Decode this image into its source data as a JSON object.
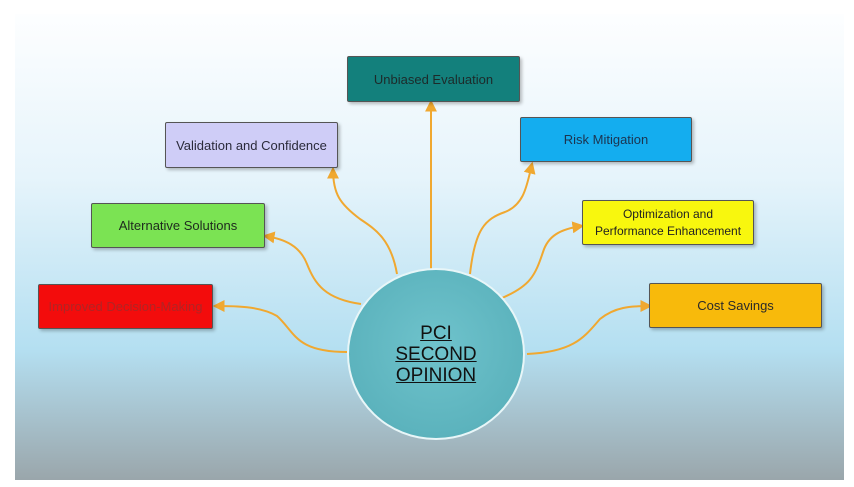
{
  "hub": {
    "label": "PCI\nSECOND\nOPINION",
    "color": "#5fb7c1"
  },
  "link_color": "#f0a830",
  "nodes": [
    {
      "id": "unbiased",
      "label": "Unbiased Evaluation",
      "fill": "#13807c",
      "text": "#1d2a2a"
    },
    {
      "id": "risk",
      "label": "Risk Mitigation",
      "fill": "#14adef",
      "text": "#1c3450"
    },
    {
      "id": "validation",
      "label": "Validation and Confidence",
      "fill": "#cfcdf7",
      "text": "#2a2a3a"
    },
    {
      "id": "alternatives",
      "label": "Alternative Solutions",
      "fill": "#7be353",
      "text": "#1e2a1e"
    },
    {
      "id": "optimization",
      "label": "Optimization and Performance Enhancement",
      "fill": "#f8f70e",
      "text": "#222222"
    },
    {
      "id": "decision",
      "label": "Improved Decision-Making",
      "fill": "#f30c0c",
      "text": "#b02525"
    },
    {
      "id": "cost",
      "label": "Cost Savings",
      "fill": "#f8ba0b",
      "text": "#2a2a2a"
    }
  ]
}
